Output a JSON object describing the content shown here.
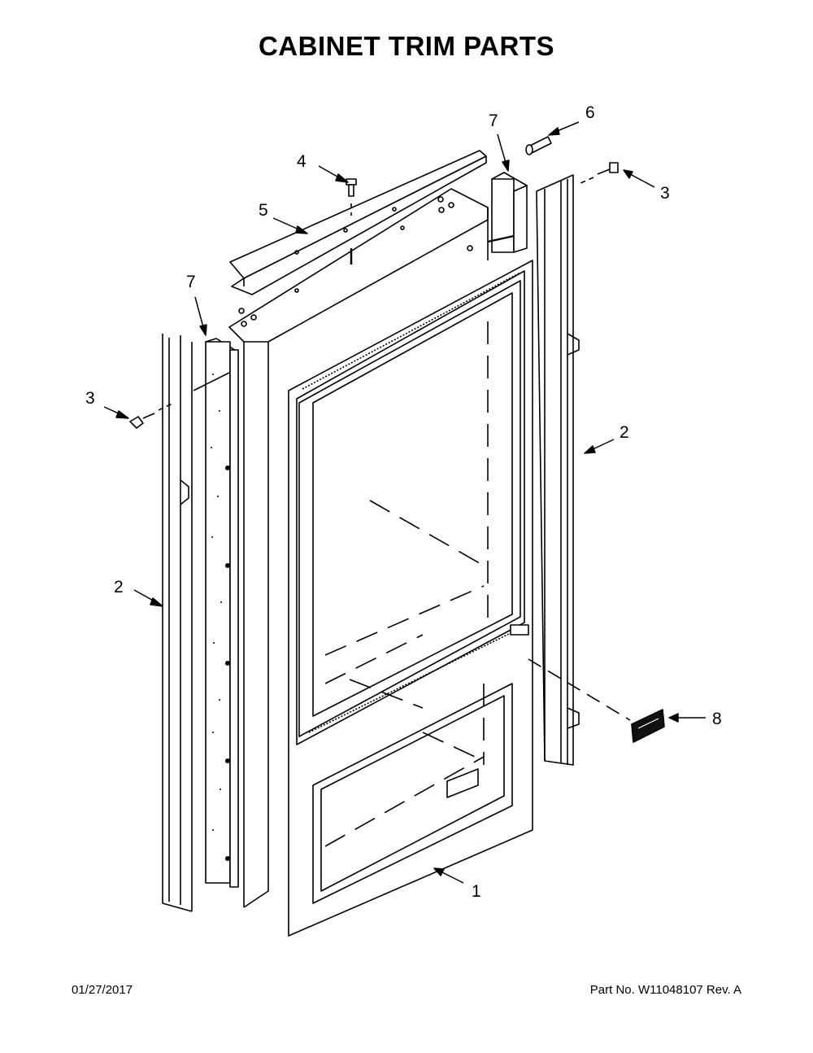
{
  "title": "CABINET TRIM PARTS",
  "callouts": {
    "door_panel": "1",
    "side_trim_right": "2",
    "side_trim_left": "2",
    "screw_right": "3",
    "screw_left": "3",
    "top_screw": "4",
    "top_bracket": "5",
    "plug": "6",
    "spacer_right": "7",
    "spacer_left": "7",
    "badge": "8"
  },
  "footer": {
    "date": "01/27/2017",
    "part_number": "Part No.  W11048107  Rev.  A"
  }
}
